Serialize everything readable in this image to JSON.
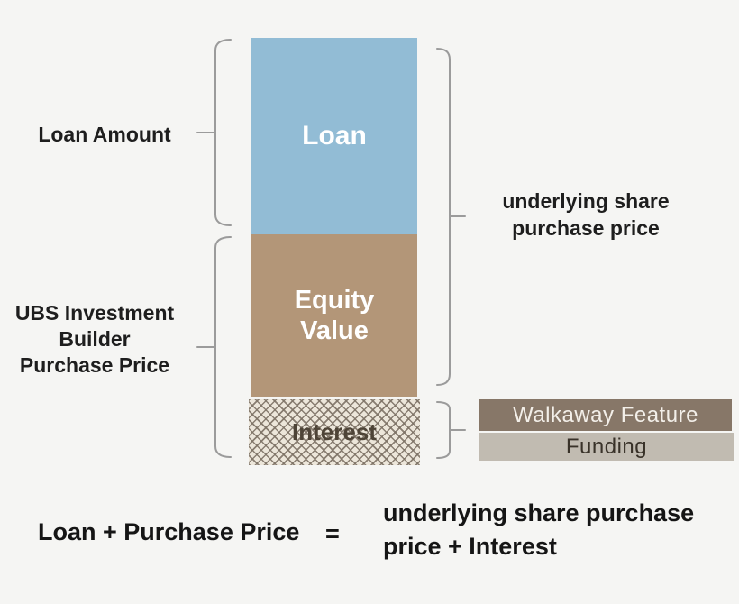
{
  "diagram": {
    "left_labels": {
      "loan_amount": "Loan Amount",
      "ubs_purchase_price": "UBS Investment\nBuilder\nPurchase Price"
    },
    "stack_segments": {
      "loan": "Loan",
      "equity": "Equity\nValue",
      "interest": "Interest"
    },
    "right_labels": {
      "underlying": "underlying share\npurchase price",
      "walkaway": "Walkaway Feature",
      "funding": "Funding"
    },
    "formula": {
      "left": "Loan + Purchase Price",
      "equals": "=",
      "right": "underlying share purchase\nprice + Interest"
    },
    "colors": {
      "background": "#f5f5f3",
      "loan_box": "#92bcd5",
      "equity_box": "#b39678",
      "interest_pattern_bg": "#ece6da",
      "interest_pattern_line": "#7e7366",
      "interest_text": "#4e4437",
      "walkaway_box": "#877768",
      "walkaway_text": "#f3efe9",
      "funding_box": "#c1bbb1",
      "funding_text": "#393229",
      "brace": "#9b9b9b",
      "label_text": "#1e1e1e"
    }
  }
}
